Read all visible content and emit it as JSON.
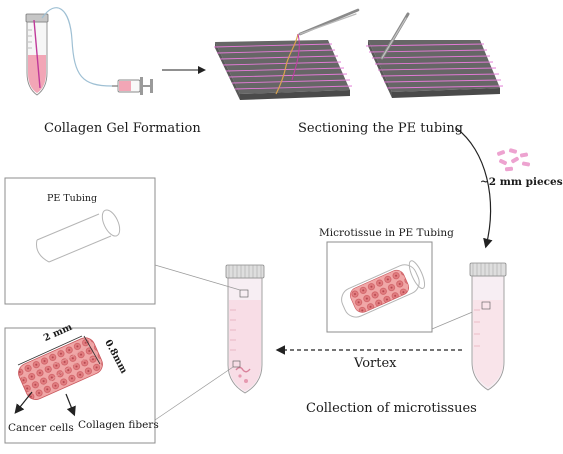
{
  "captions": {
    "collagen_gel_formation": "Collagen Gel Formation",
    "sectioning": "Sectioning the PE tubing",
    "pieces": "~2 mm pieces",
    "pe_tubing": "PE Tubing",
    "microtissue": "Microtissue in PE Tubing",
    "vortex": "Vortex",
    "collection": "Collection of microtissues",
    "dim_length": "2 mm",
    "dim_width": "0.8mm",
    "cancer_cells": "Cancer cells",
    "collagen_fibers": "Collagen fibers"
  },
  "colors": {
    "pink_fill": "#f2a6b6",
    "cell_pink": "#e88a8a",
    "magenta": "#d94fd9",
    "plate_gray": "#5e5e5e",
    "tube_gray": "#cfcfcf"
  }
}
